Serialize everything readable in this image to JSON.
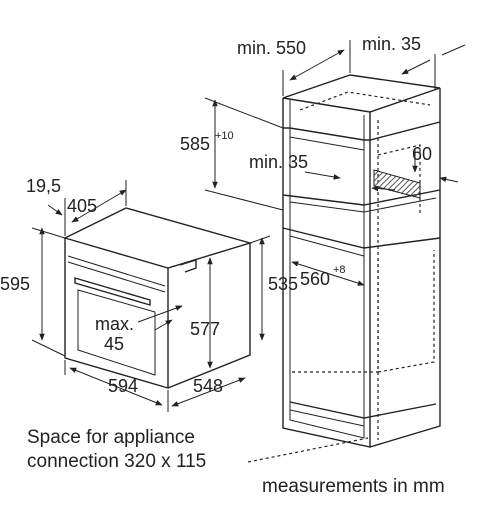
{
  "dimensions": {
    "min_550": "min. 550",
    "min_35_top": "min. 35",
    "d585": "585",
    "d585_sup": "+10",
    "min_35_mid": "min. 35",
    "d60": "60",
    "d19_5": "19,5",
    "d405": "405",
    "d595": "595",
    "d535": "535",
    "d560": "560",
    "d560_sup": "+8",
    "max_45_line1": "max.",
    "max_45_line2": "45",
    "d577": "577",
    "d594": "594",
    "d548": "548"
  },
  "notes": {
    "space_line1": "Space for appliance",
    "space_line2": "connection 320 x 115",
    "units": "measurements in mm"
  }
}
